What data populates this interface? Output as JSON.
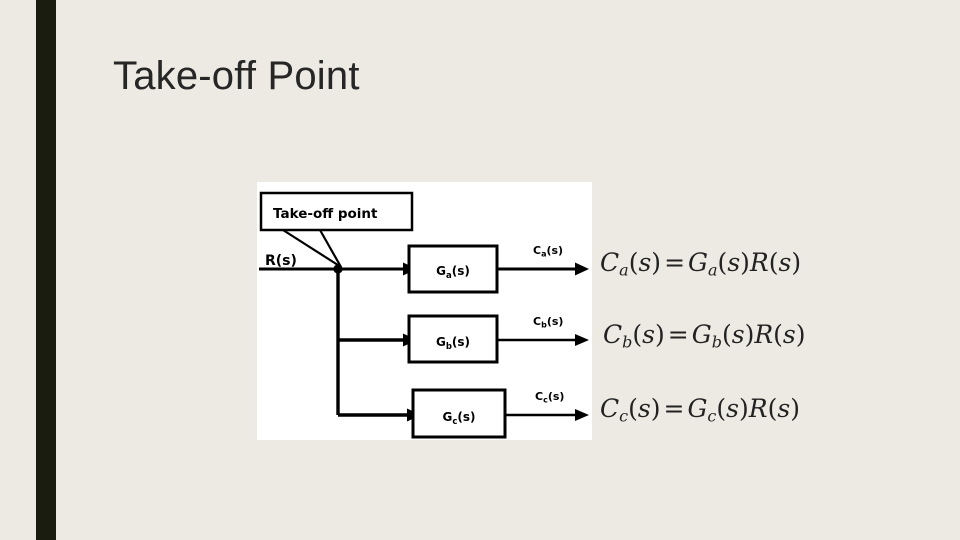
{
  "slide": {
    "title": "Take-off Point",
    "background_color": "#EDEAE3",
    "accent_bar_color": "#1B1C10"
  },
  "figure": {
    "background_color": "#FFFFFF",
    "callout_label": "Take-off point",
    "input_label": "R(s)",
    "blocks": [
      {
        "name": "G",
        "subscript": "a",
        "suffix": "(s)",
        "output_base": "C",
        "output_sub": "a",
        "output_suffix": "(s)"
      },
      {
        "name": "G",
        "subscript": "b",
        "suffix": "(s)",
        "output_base": "C",
        "output_sub": "b",
        "output_suffix": "(s)"
      },
      {
        "name": "G",
        "subscript": "c",
        "suffix": "(s)",
        "output_base": "C",
        "output_sub": "c",
        "output_suffix": "(s)"
      }
    ],
    "line_color": "#000000"
  },
  "equations": [
    {
      "id": "eq-a",
      "text": "C_a(s) = G_a(s)R(s)",
      "lhs_base": "C",
      "lhs_sub": "a",
      "lhs_arg": "(s)",
      "operator": "=",
      "rhs_base": "G",
      "rhs_sub": "a",
      "rhs_arg": "(s)",
      "rhs_tail": "R(s)"
    },
    {
      "id": "eq-b",
      "text": "C_b(s) = G_b(s)R(s)",
      "lhs_base": "C",
      "lhs_sub": "b",
      "lhs_arg": "(s)",
      "operator": "=",
      "rhs_base": "G",
      "rhs_sub": "b",
      "rhs_arg": "(s)",
      "rhs_tail": "R(s)"
    },
    {
      "id": "eq-c",
      "text": "C_c(s) = G_c(s)R(s)",
      "lhs_base": "C",
      "lhs_sub": "c",
      "lhs_arg": "(s)",
      "operator": "=",
      "rhs_base": "G",
      "rhs_sub": "c",
      "rhs_arg": "(s)",
      "rhs_tail": "R(s)"
    }
  ]
}
